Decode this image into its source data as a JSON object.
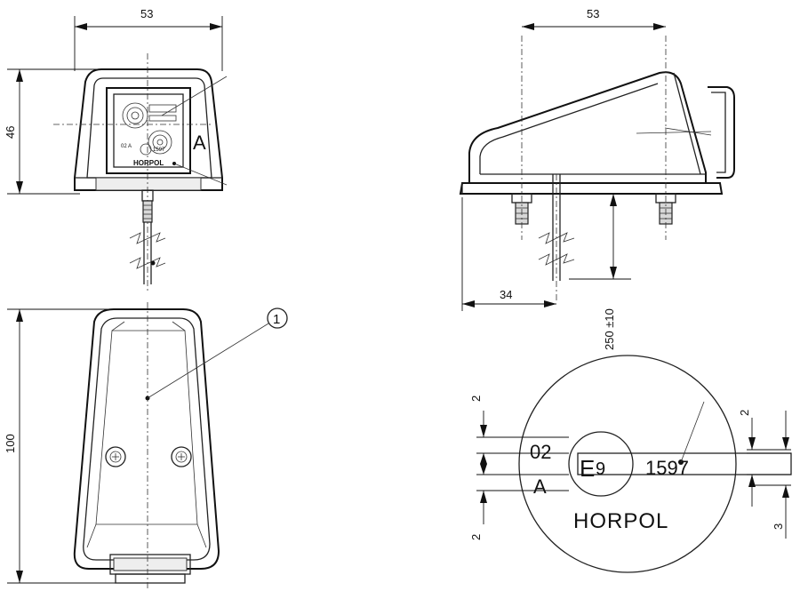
{
  "dimensions": {
    "front_width": "53",
    "front_height": "46",
    "side_width": "53",
    "side_offset": "34",
    "cable_length": "250 ±10",
    "top_length": "100",
    "detail_2_left_top": "2",
    "detail_2_left_bottom": "2",
    "detail_2_right": "2",
    "detail_3_right": "3"
  },
  "labels": {
    "view_letter": "A",
    "callout_number": "1"
  },
  "marking": {
    "approval_prefix": "02",
    "category": "A",
    "e_letter": "E",
    "e_number": "9",
    "approval_number": "1597",
    "brand": "HORPOL"
  },
  "lens_small_text": {
    "line1": "02 A",
    "line2": "1597",
    "brand": "HORPOL"
  }
}
